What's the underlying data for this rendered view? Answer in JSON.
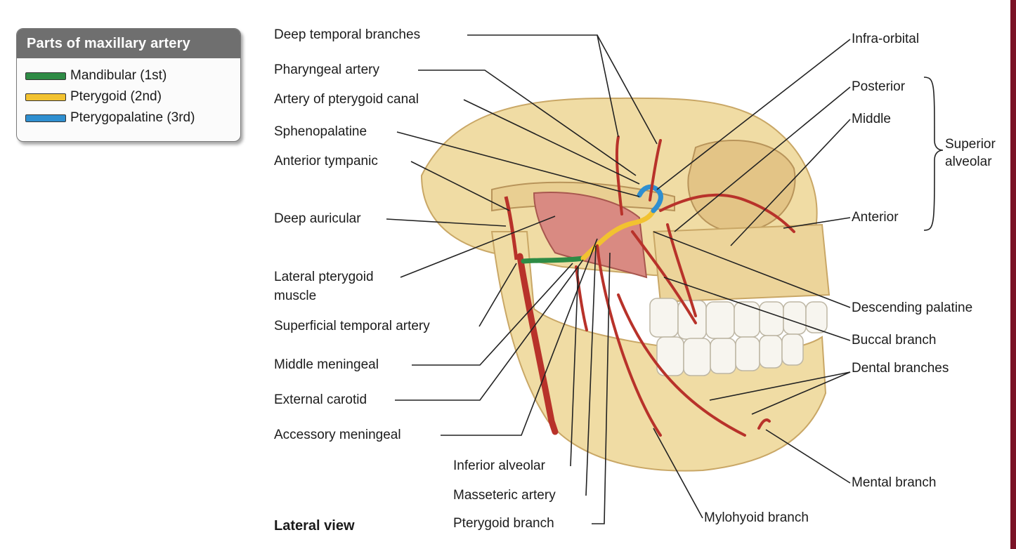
{
  "legend": {
    "title": "Parts of maxillary artery",
    "items": [
      {
        "label": "Mandibular (1st)",
        "color": "#2e8b45"
      },
      {
        "label": "Pterygoid (2nd)",
        "color": "#f2c230"
      },
      {
        "label": "Pterygopalatine (3rd)",
        "color": "#2f8fd0"
      }
    ]
  },
  "labels": {
    "deep_temporal_branches": "Deep temporal branches",
    "pharyngeal_artery": "Pharyngeal artery",
    "artery_of_pterygoid_canal": "Artery of pterygoid canal",
    "sphenopalatine": "Sphenopalatine",
    "anterior_tympanic": "Anterior tympanic",
    "deep_auricular": "Deep auricular",
    "lateral_pterygoid_muscle_line1": "Lateral pterygoid",
    "lateral_pterygoid_muscle_line2": "muscle",
    "superficial_temporal_artery": "Superficial temporal artery",
    "middle_meningeal": "Middle meningeal",
    "external_carotid": "External carotid",
    "accessory_meningeal": "Accessory meningeal",
    "inferior_alveolar": "Inferior alveolar",
    "masseteric_artery": "Masseteric artery",
    "pterygoid_branch": "Pterygoid branch",
    "infra_orbital": "Infra-orbital",
    "posterior": "Posterior",
    "middle": "Middle",
    "superior": "Superior",
    "alveolar": "alveolar",
    "anterior": "Anterior",
    "descending_palatine": "Descending palatine",
    "buccal_branch": "Buccal branch",
    "dental_branches": "Dental branches",
    "mental_branch": "Mental branch",
    "mylohyoid_branch": "Mylohyoid branch"
  },
  "view_label": "Lateral view",
  "colors": {
    "bone": "#f0dca4",
    "bone_shadow": "#d9bd7a",
    "artery": "#b8322a",
    "muscle": "#d98a82",
    "teeth": "#f7f5ef",
    "leader": "#222222",
    "mandibular": "#2e8b45",
    "pterygoid": "#f2c230",
    "pterygopalatine": "#2f8fd0"
  }
}
